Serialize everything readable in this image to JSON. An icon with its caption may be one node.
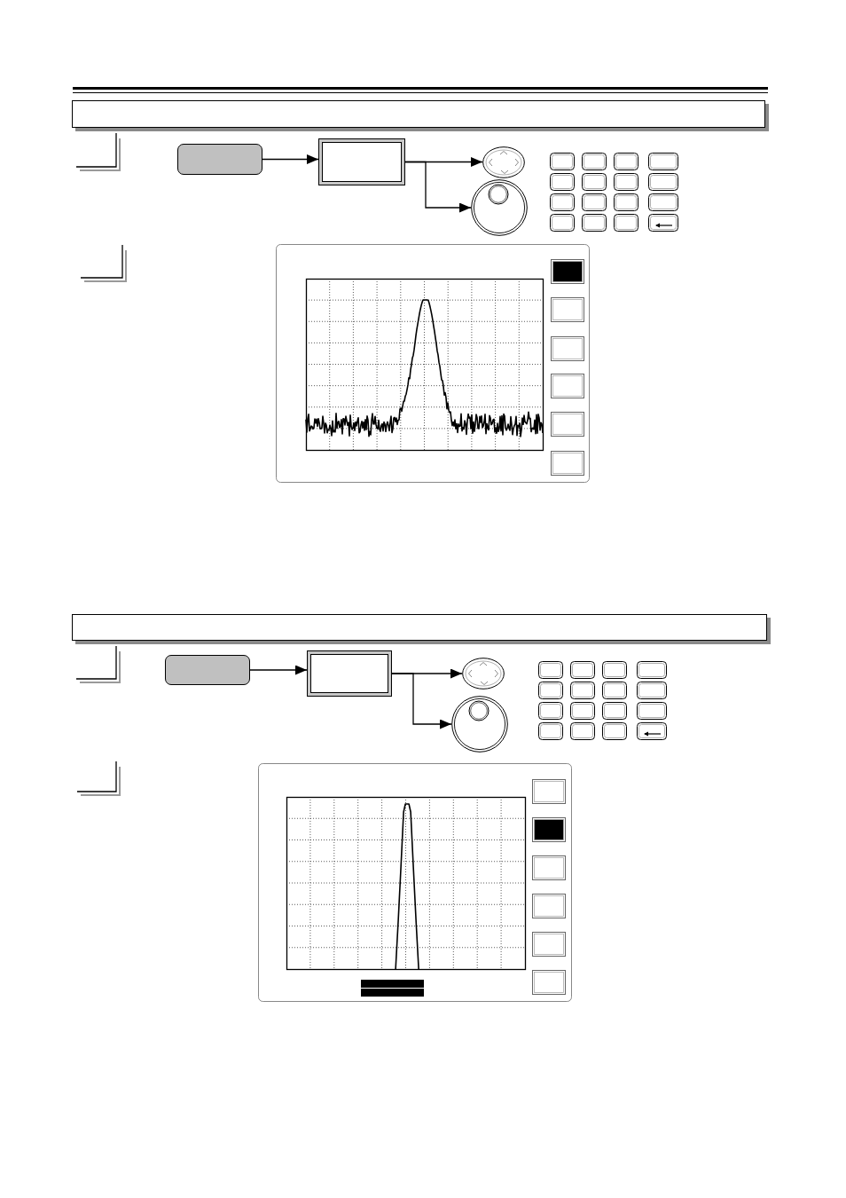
{
  "diagram": {
    "nodes": [
      {
        "text": [],
        "shape": "box"
      },
      {
        "text": [],
        "shape": "box"
      },
      {
        "text": [],
        "shape": "picture"
      },
      {
        "text": [],
        "shape": "picture"
      },
      {
        "text": [],
        "shape": "box"
      },
      {
        "text": [],
        "shape": "box"
      },
      {
        "text": [],
        "shape": "picture"
      },
      {
        "text": [],
        "shape": "picture"
      }
    ],
    "edges": [
      {
        "from": 0,
        "to": 1,
        "arrow": "to"
      },
      {
        "from": 1,
        "to": 2,
        "arrow": "to"
      },
      {
        "from": 1,
        "to": 3,
        "arrow": "to"
      },
      {
        "from": 4,
        "to": 5,
        "arrow": "to"
      },
      {
        "from": 5,
        "to": 6,
        "arrow": "to"
      },
      {
        "from": 5,
        "to": 7,
        "arrow": "to"
      }
    ]
  }
}
